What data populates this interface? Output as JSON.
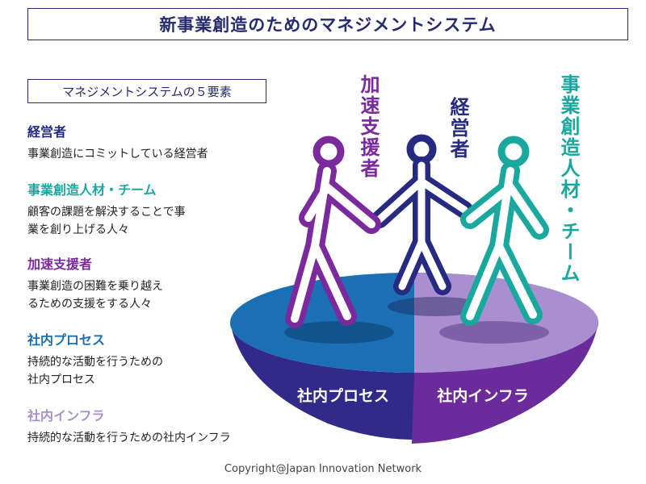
{
  "title": "新事業創造のためのマネジメントシステム",
  "subtitle": "マネジメントシステムの５要素",
  "elements": [
    {
      "heading": "経営者",
      "desc": [
        "事業創造にコミットしている経営者"
      ],
      "color": "#262a80"
    },
    {
      "heading": "事業創造人材・チーム",
      "desc": [
        "顧客の課題を解決することで事",
        "業を創り上げる人々"
      ],
      "color": "#1aa89e"
    },
    {
      "heading": "加速支援者",
      "desc": [
        "事業創造の困難を乗り越え",
        "るための支援をする人々"
      ],
      "color": "#7a2a9c"
    },
    {
      "heading": "社内プロセス",
      "desc": [
        "持続的な活動を行うための",
        "社内プロセス"
      ],
      "color": "#1a6fb5"
    },
    {
      "heading": "社内インフラ",
      "desc": [
        "持続的な活動を行うための社内インフラ"
      ],
      "color": "#a98fcf"
    }
  ],
  "figure_labels": {
    "accelerator": "加速支援者",
    "manager": "経営者",
    "team": "事業創造人材・チーム",
    "process": "社内プロセス",
    "infra": "社内インフラ"
  },
  "colors": {
    "manager": "#262a80",
    "accelerator": "#7a2a9c",
    "team": "#1aa89e",
    "process": "#1a6fb5",
    "infra": "#a98fcf"
  },
  "footer": "Copyright@Japan Innovation Network"
}
